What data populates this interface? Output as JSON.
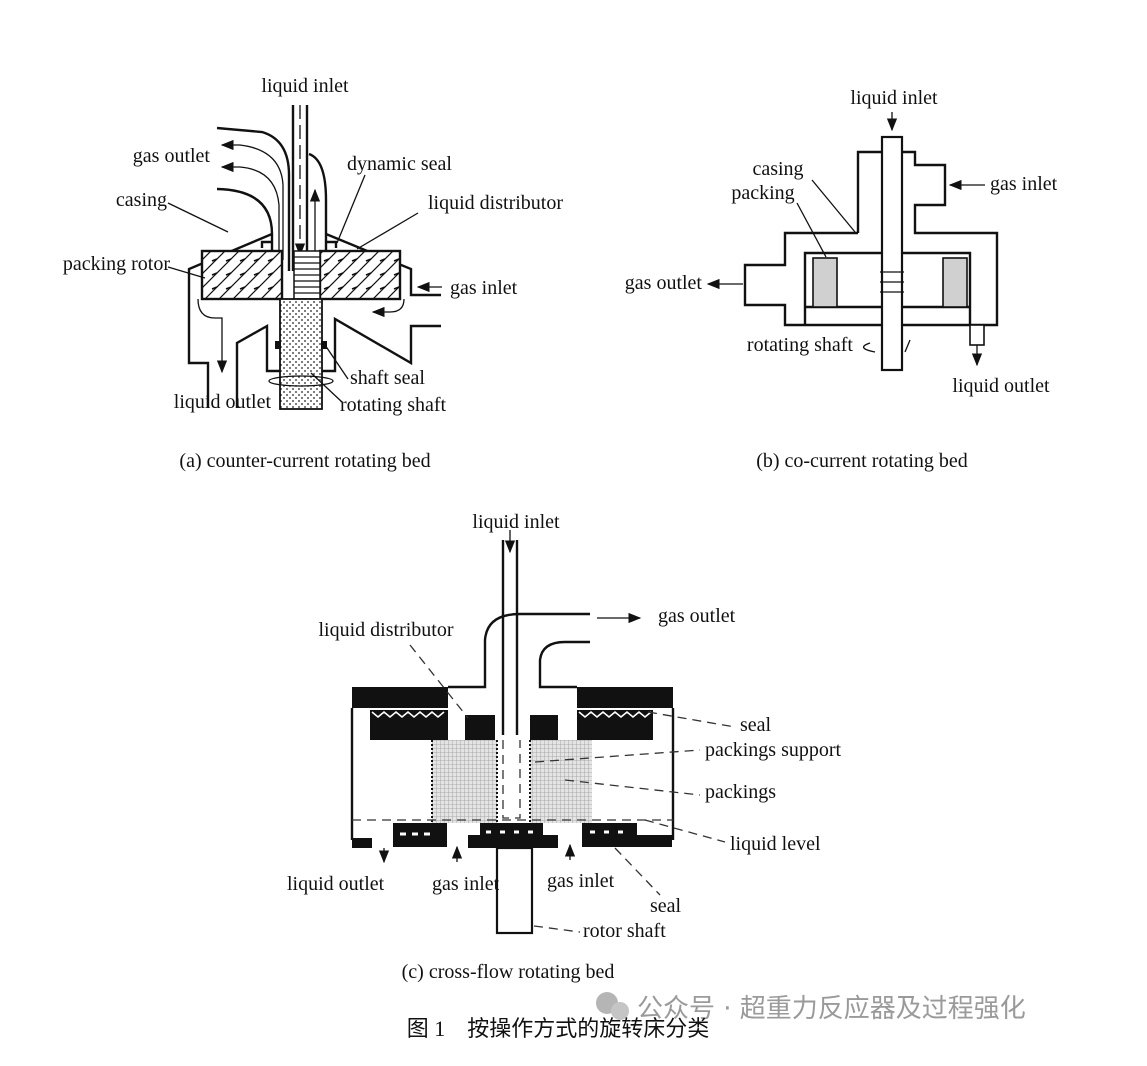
{
  "figure": {
    "panel_a": {
      "caption": "(a) counter-current rotating bed",
      "labels": {
        "liquid_inlet": "liquid inlet",
        "gas_outlet": "gas outlet",
        "dynamic_seal": "dynamic seal",
        "casing": "casing",
        "liquid_distributor": "liquid distributor",
        "packing_rotor": "packing rotor",
        "gas_inlet": "gas inlet",
        "shaft_seal": "shaft seal",
        "liquid_outlet": "liquid outlet",
        "rotating_shaft": "rotating shaft"
      }
    },
    "panel_b": {
      "caption": "(b) co-current rotating bed",
      "labels": {
        "liquid_inlet": "liquid inlet",
        "casing": "casing",
        "packing": "packing",
        "gas_inlet": "gas inlet",
        "gas_outlet": "gas outlet",
        "rotating_shaft": "rotating shaft",
        "liquid_outlet": "liquid outlet"
      }
    },
    "panel_c": {
      "caption": "(c) cross-flow rotating bed",
      "labels": {
        "liquid_inlet": "liquid inlet",
        "gas_outlet": "gas outlet",
        "liquid_distributor": "liquid distributor",
        "seal_top": "seal",
        "packings_support": "packings support",
        "packings": "packings",
        "liquid_level": "liquid level",
        "liquid_outlet": "liquid outlet",
        "gas_inlet_left": "gas inlet",
        "gas_inlet_right": "gas inlet",
        "seal_bottom": "seal",
        "rotor_shaft": "rotor shaft"
      }
    },
    "title": "图 1    按操作方式的旋转床分类",
    "watermark": "公众号 · 超重力反应器及过程强化"
  }
}
